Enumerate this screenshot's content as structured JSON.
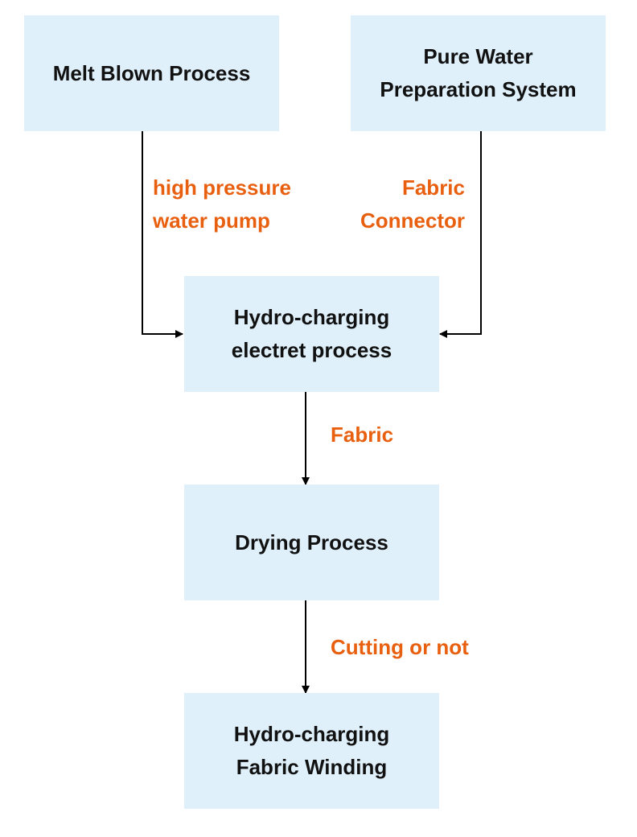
{
  "colors": {
    "box_fill": "#dff0fb",
    "box_text": "#111111",
    "label_text": "#e8600f",
    "line": "#000000"
  },
  "nodes": {
    "melt_blown": {
      "lines": [
        "Melt Blown Process"
      ]
    },
    "pure_water": {
      "lines": [
        "Pure Water",
        "Preparation System"
      ]
    },
    "hydro_process": {
      "lines": [
        "Hydro-charging",
        "electret process"
      ]
    },
    "drying": {
      "lines": [
        "Drying Process"
      ]
    },
    "winding": {
      "lines": [
        "Hydro-charging",
        "Fabric Winding"
      ]
    }
  },
  "edge_labels": {
    "pump": {
      "lines": [
        "high pressure",
        "water pump"
      ]
    },
    "connector": {
      "lines": [
        "Fabric",
        "Connector"
      ]
    },
    "fabric": {
      "lines": [
        "Fabric"
      ]
    },
    "cutting": {
      "lines": [
        "Cutting or not"
      ]
    }
  }
}
